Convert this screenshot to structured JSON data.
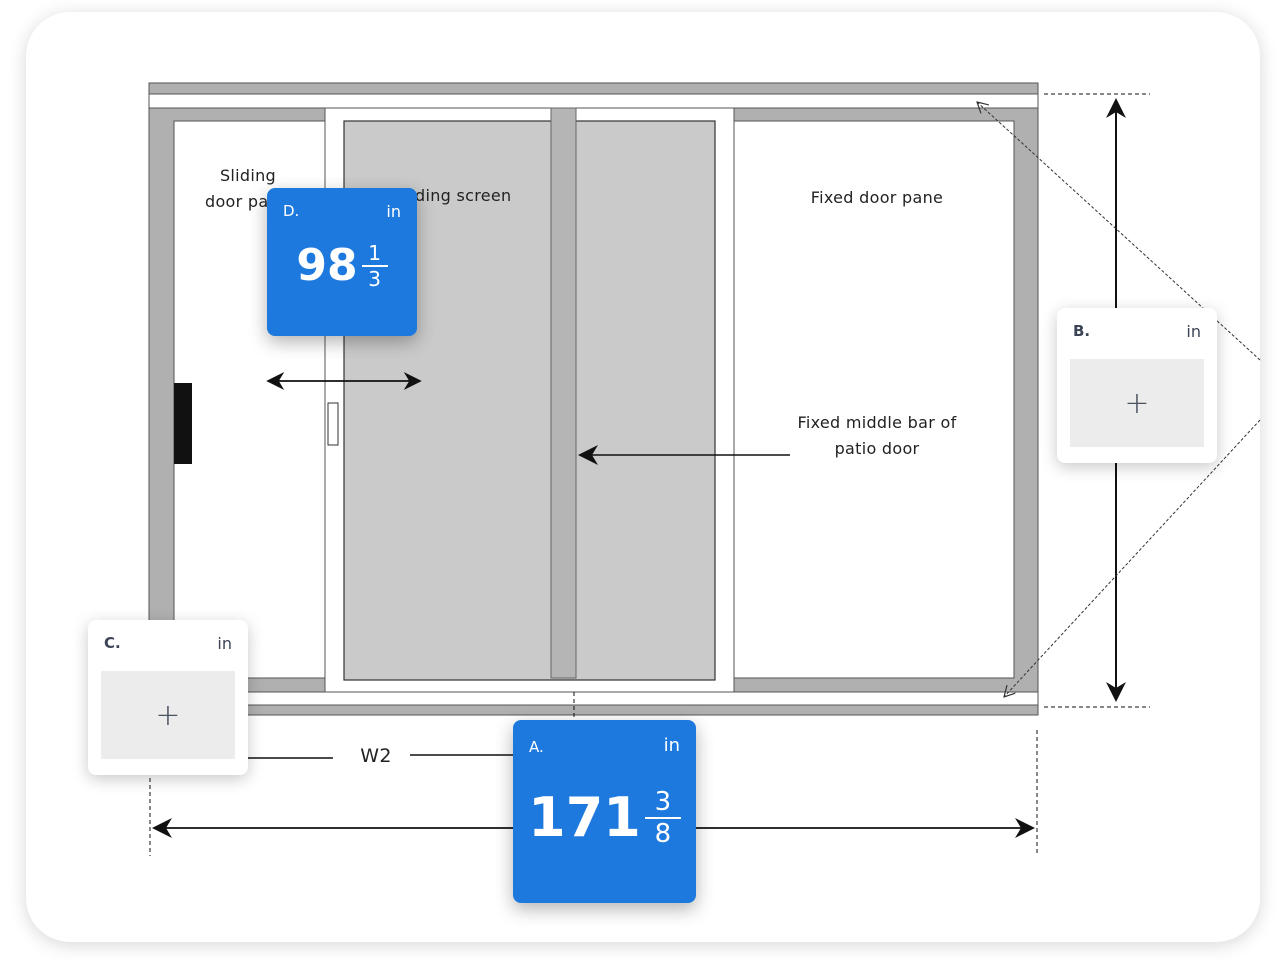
{
  "diagram": {
    "labels": {
      "sliding_door_pane_line1": "Sliding",
      "sliding_door_pane_line2": "door pa",
      "sliding_screen": "ding screen",
      "fixed_door_pane": "Fixed door pane",
      "fixed_middle_bar_line1": "Fixed middle bar of",
      "fixed_middle_bar_line2": "patio door",
      "w2": "W2"
    }
  },
  "measurements": {
    "A": {
      "letter": "A.",
      "unit": "in",
      "whole": "171",
      "numerator": "3",
      "denominator": "8"
    },
    "B": {
      "letter": "B.",
      "unit": "in",
      "add_label": "+"
    },
    "C": {
      "letter": "C.",
      "unit": "in",
      "add_label": "+"
    },
    "D": {
      "letter": "D.",
      "unit": "in",
      "whole": "98",
      "numerator": "1",
      "denominator": "3"
    }
  },
  "colors": {
    "accent": "#1d79dd",
    "frame": "#b0b0b0",
    "screen": "#cacaca"
  }
}
